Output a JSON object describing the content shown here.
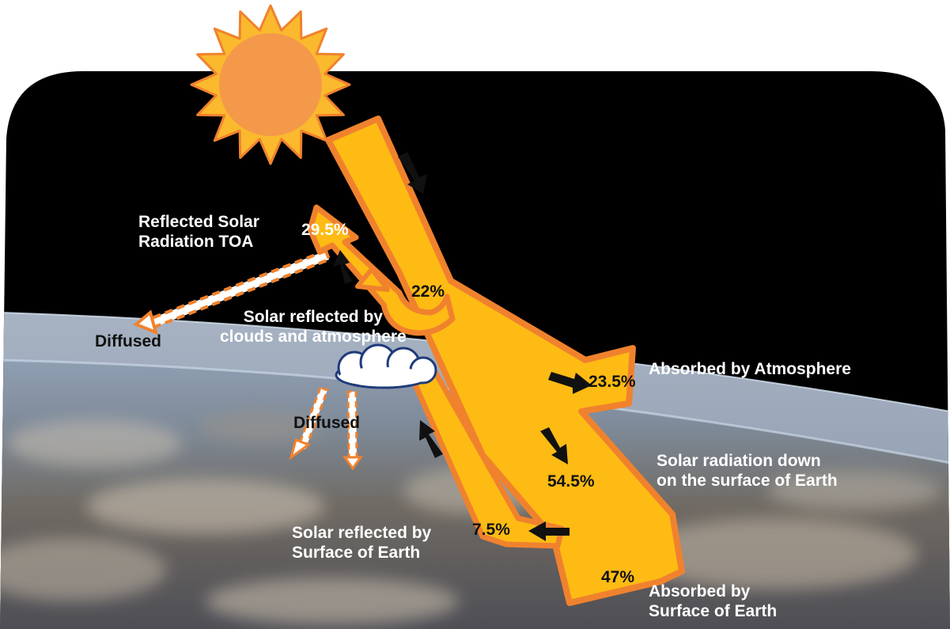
{
  "labels": {
    "reflected_toa": "Reflected Solar\nRadiation TOA",
    "diffused_left": "Diffused",
    "reflected_clouds": "Solar reflected by\nclouds and atmosphere",
    "diffused_cloud": "Diffused",
    "absorbed_atmosphere": "Absorbed by Atmosphere",
    "down_surface": "Solar radiation down\non the surface of Earth",
    "reflected_surface": "Solar reflected by\nSurface of Earth",
    "absorbed_surface": "Absorbed by\nSurface of Earth"
  },
  "percentages": {
    "toa": "29.5%",
    "clouds": "22%",
    "atmosphere": "23.5%",
    "down": "54.5%",
    "surface_reflected": "7.5%",
    "surface_absorbed": "47%"
  },
  "colors": {
    "arrow_fill": "#FDBB14",
    "arrow_outline": "#F0822E",
    "sun": "#F4994A",
    "sun_rays": "#FBB92E",
    "space": "#000000",
    "limb": "#9BA7B8"
  },
  "icons": [
    "sun-icon",
    "cloud-icon"
  ]
}
